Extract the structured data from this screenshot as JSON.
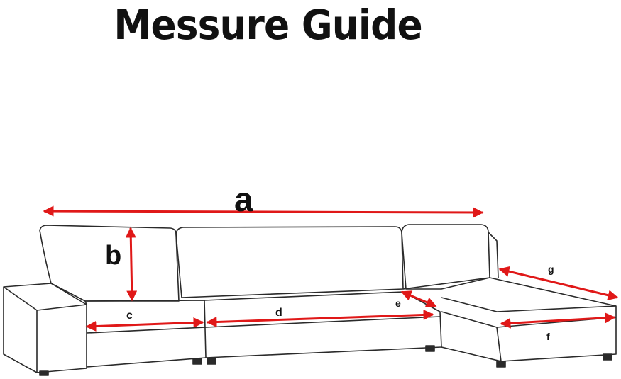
{
  "title": "Messure Guide",
  "colors": {
    "arrow": "#e01818",
    "outline": "#2a2a2a",
    "text": "#111111",
    "background": "#ffffff"
  },
  "labels": {
    "a": "a",
    "b": "b",
    "c": "c",
    "d": "d",
    "e": "e",
    "f": "f",
    "g": "g"
  }
}
